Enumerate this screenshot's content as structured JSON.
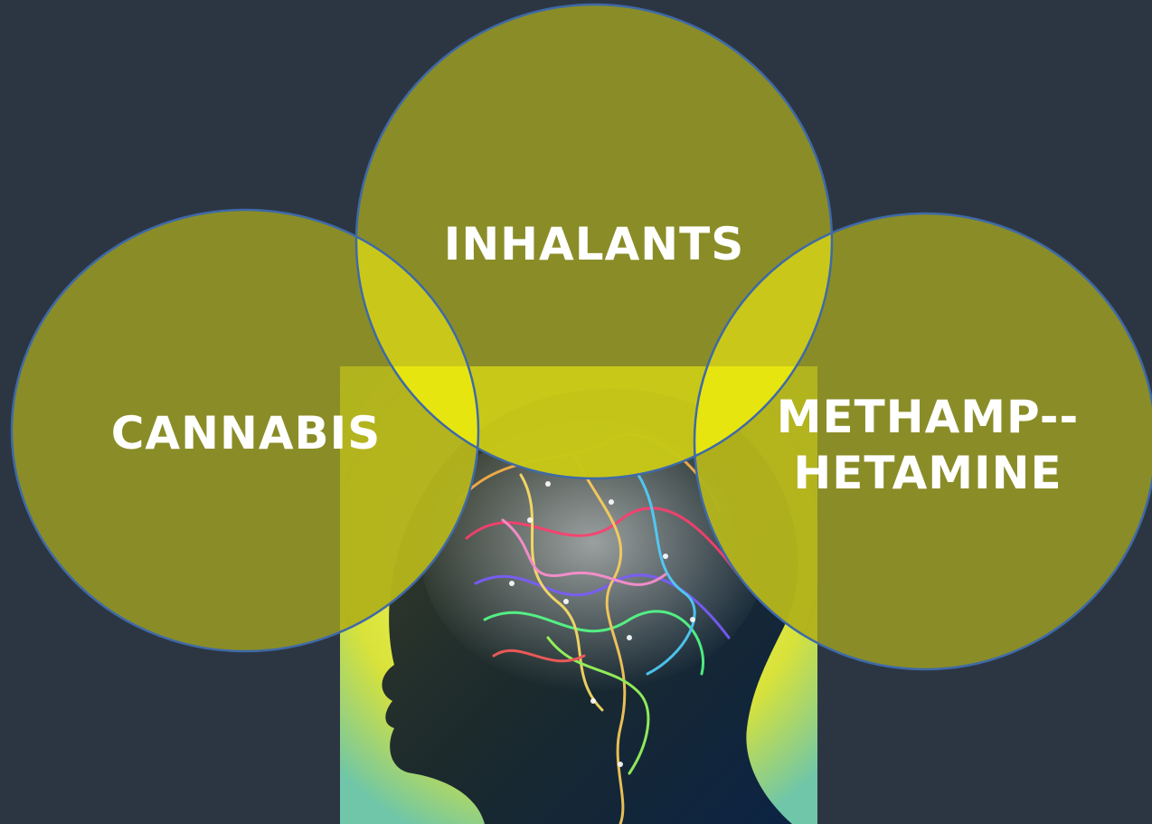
{
  "circles": [
    {
      "id": "inhalants",
      "label": "INHALANTS"
    },
    {
      "id": "cannabis",
      "label": "CANNABIS"
    },
    {
      "id": "methamphetamine",
      "label": "METHAMP--\nHETAMINE"
    }
  ],
  "colors": {
    "background": "#2c3643",
    "circle_fill": "#8f9127",
    "circle_stroke": "#3f6aa8",
    "overlap_highlight": "#e8ec12",
    "label_text": "#ffffff"
  },
  "image": {
    "subject": "glowing brain inside human head silhouette"
  }
}
